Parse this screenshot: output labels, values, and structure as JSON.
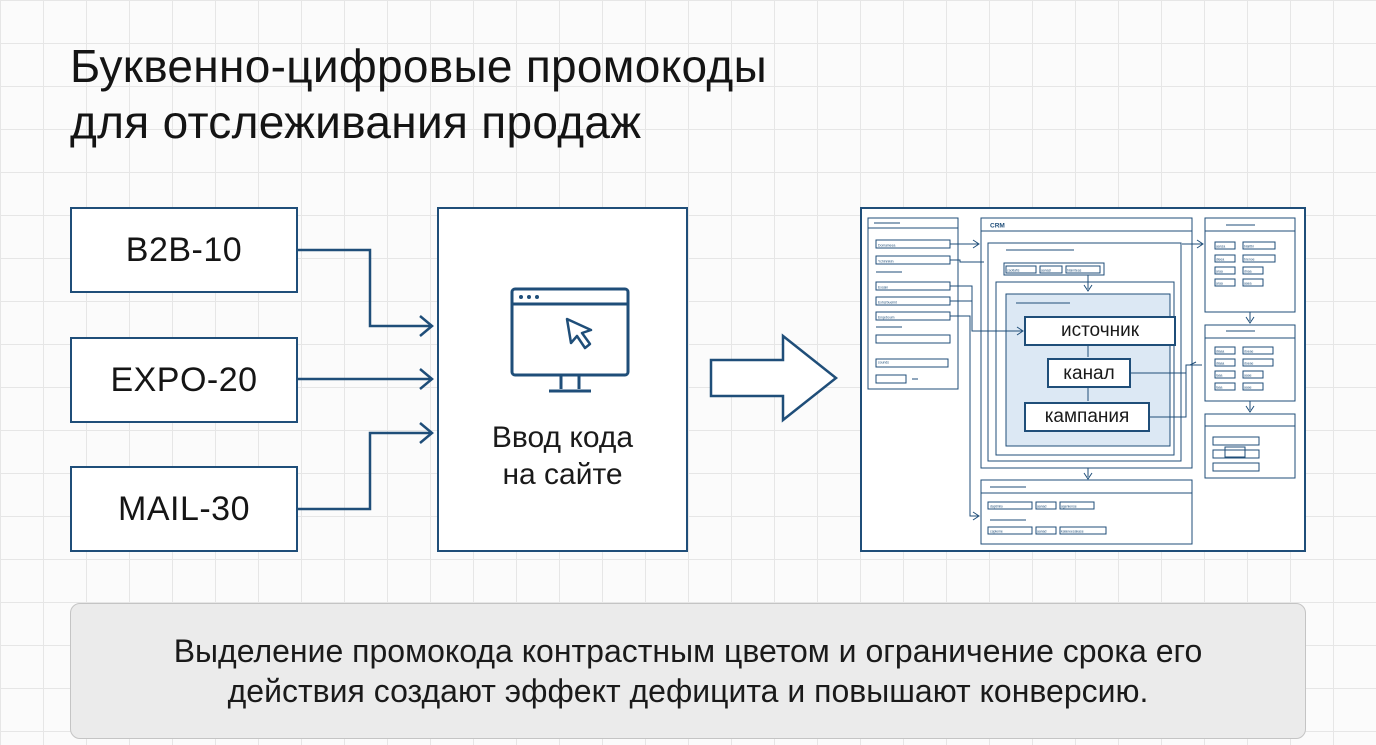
{
  "title": {
    "line1": "Буквенно-цифровые промокоды",
    "line2": "для отслеживания продаж"
  },
  "promo_codes": [
    "B2B-10",
    "EXPO-20",
    "MAIL-30"
  ],
  "website": {
    "label_line1": "Ввод кода",
    "label_line2": "на сайте",
    "icon": "monitor-cursor-icon"
  },
  "crm": {
    "title": "CRM",
    "fields": [
      "источник",
      "канал",
      "кампания"
    ]
  },
  "note": {
    "line1": "Выделение промокода контрастным цветом и ограничение срока его",
    "line2": "действия создают эффект дефицита и повышают конверсию."
  },
  "colors": {
    "accent": "#1f4e79",
    "highlight": "#dce8f4",
    "note_bg": "#ebebeb"
  }
}
